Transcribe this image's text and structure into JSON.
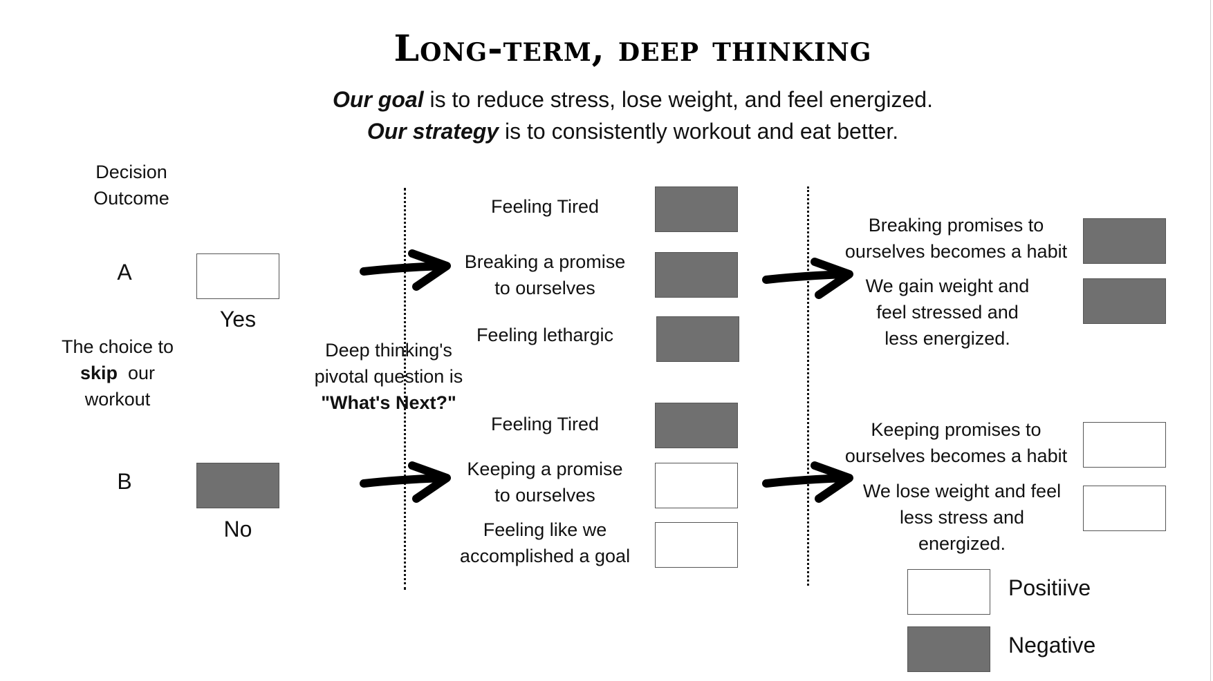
{
  "title": "Long-term, deep thinking",
  "goal": {
    "emphasis": "Our goal",
    "rest": " is to reduce stress, lose weight, and feel energized."
  },
  "strategy": {
    "emphasis": "Our strategy",
    "rest": " is to consistently workout and eat better."
  },
  "decision_header": {
    "line1": "Decision",
    "line2": "Outcome"
  },
  "choice": {
    "line1": "The choice to",
    "bold": "skip",
    "line2_rest": "our",
    "line3": "workout"
  },
  "option_a": {
    "letter": "A",
    "answer": "Yes",
    "valence": "positive"
  },
  "option_b": {
    "letter": "B",
    "answer": "No",
    "valence": "negative"
  },
  "pivotal": {
    "line1": "Deep thinking's",
    "line2": "pivotal question  is",
    "line3": "\"What's Next?\""
  },
  "outcomes_a": [
    {
      "line1": "Feeling Tired",
      "line2": "",
      "valence": "negative"
    },
    {
      "line1": "Breaking a promise",
      "line2": "to ourselves",
      "valence": "negative"
    },
    {
      "line1": "Feeling lethargic",
      "line2": "",
      "valence": "negative"
    }
  ],
  "outcomes_b": [
    {
      "line1": "Feeling Tired",
      "line2": "",
      "valence": "negative"
    },
    {
      "line1": "Keeping a promise",
      "line2": "to ourselves",
      "valence": "positive"
    },
    {
      "line1": "Feeling like we",
      "line2": "accomplished a goal",
      "valence": "positive"
    }
  ],
  "longterm_a": [
    {
      "line1": "Breaking promises to",
      "line2": "ourselves becomes a habit",
      "line3": "",
      "valence": "negative"
    },
    {
      "line1": "We gain weight and",
      "line2": "feel stressed and",
      "line3": "less energized.",
      "valence": "negative"
    }
  ],
  "longterm_b": [
    {
      "line1": "Keeping promises to",
      "line2": "ourselves becomes a habit",
      "line3": "",
      "valence": "positive"
    },
    {
      "line1": "We lose weight and feel",
      "line2": "less stress and",
      "line3": "energized.",
      "valence": "positive"
    }
  ],
  "legend": [
    {
      "label": "Positiive",
      "valence": "positive"
    },
    {
      "label": "Negative",
      "valence": "negative"
    }
  ],
  "colors": {
    "negative": "#707070",
    "positive": "#ffffff",
    "arrow": "#000000"
  }
}
